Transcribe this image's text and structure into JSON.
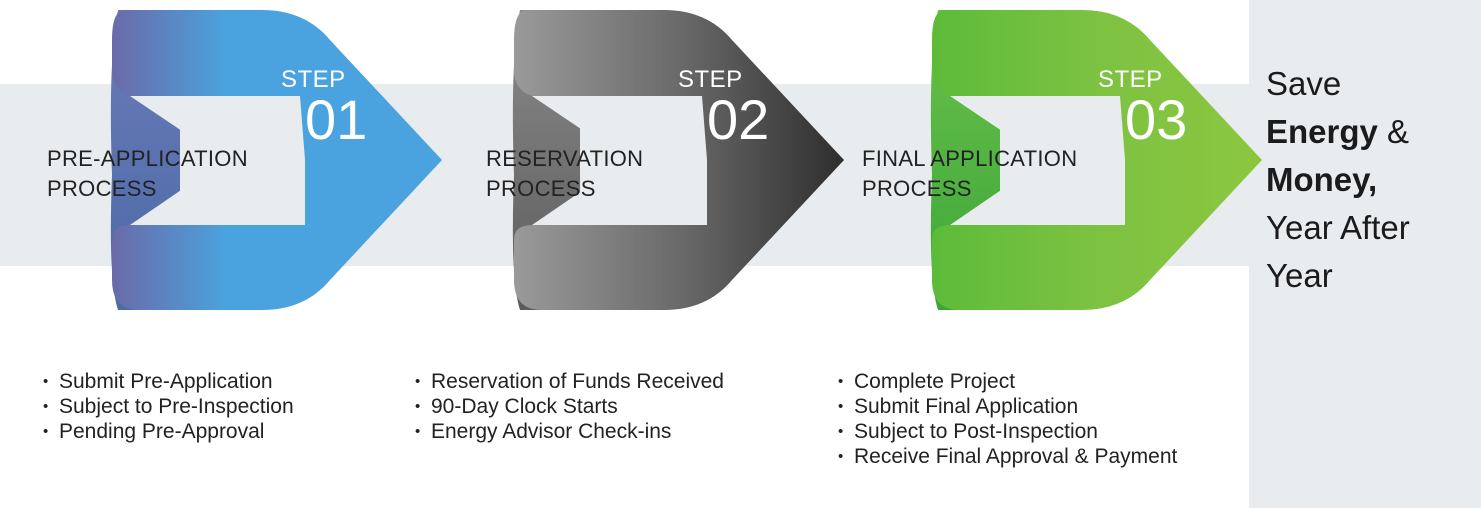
{
  "colors": {
    "band": "#e9ecee",
    "step1": "#4aa3de",
    "step2": "#5a5a5a",
    "step3": "#7dc242",
    "text": "#222222"
  },
  "steps": [
    {
      "step_label": "STEP",
      "number": "01",
      "title_lines": [
        "PRE-APPLICATION",
        "PROCESS"
      ],
      "bullets": [
        "Submit Pre-Application",
        "Subject to Pre-Inspection",
        "Pending Pre-Approval"
      ]
    },
    {
      "step_label": "STEP",
      "number": "02",
      "title_lines": [
        "RESERVATION",
        "PROCESS"
      ],
      "bullets": [
        "Reservation of Funds Received",
        "90-Day Clock Starts",
        "Energy Advisor Check-ins"
      ]
    },
    {
      "step_label": "STEP",
      "number": "03",
      "title_lines": [
        "FINAL APPLICATION",
        "PROCESS"
      ],
      "bullets": [
        "Complete Project",
        "Submit Final Application",
        "Subject to Post-Inspection",
        "Receive Final Approval & Payment"
      ]
    }
  ],
  "tagline": {
    "line1": "Save",
    "line2_bold": "Energy",
    "line2_rest": " &",
    "line3_bold": "Money,",
    "line4": "Year After",
    "line5": "Year"
  }
}
